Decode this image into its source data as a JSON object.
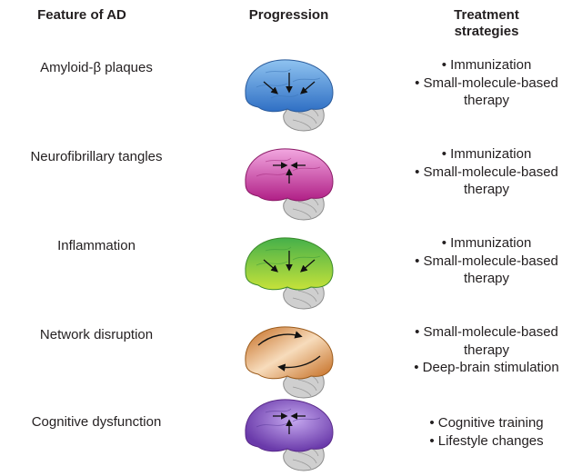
{
  "headers": {
    "feature": "Feature of AD",
    "progression": "Progression",
    "treatment_line1": "Treatment",
    "treatment_line2": "strategies"
  },
  "colors": {
    "amyloid": "#4a90d9",
    "tangles": "#c43aa0",
    "inflammation": "#6cc04a",
    "network": "#d6863a",
    "cognitive": "#7a4bb8",
    "cerebellum": "#c8c8c8"
  },
  "rows": [
    {
      "feature": "Amyloid-β plaques",
      "treatments": [
        "• Immunization",
        "• Small-molecule-based",
        "therapy"
      ]
    },
    {
      "feature": "Neurofibrillary tangles",
      "treatments": [
        "• Immunization",
        "• Small-molecule-based",
        "therapy"
      ]
    },
    {
      "feature": "Inflammation",
      "treatments": [
        "• Immunization",
        "• Small-molecule-based",
        "therapy"
      ]
    },
    {
      "feature": "Network disruption",
      "treatments": [
        "• Small-molecule-based",
        "therapy",
        "• Deep-brain stimulation"
      ]
    },
    {
      "feature": "Cognitive dysfunction",
      "treatments": [
        "• Cognitive training",
        "• Lifestyle changes"
      ]
    }
  ]
}
